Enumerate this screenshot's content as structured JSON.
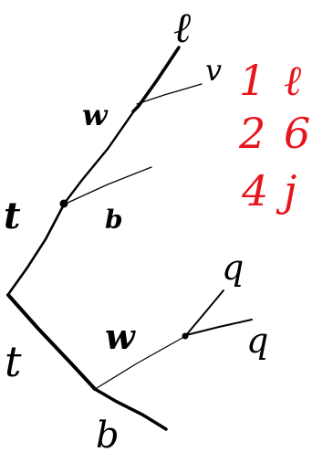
{
  "colors": {
    "ink": "#000000",
    "accent": "#e8141b",
    "background": "#ffffff"
  },
  "tree": {
    "upper": {
      "leaf_top": "ℓ",
      "leaf_right": "v",
      "branch_label": "w",
      "node_label": "t",
      "node_branch_label": "b"
    },
    "lower": {
      "trunk_label": "t",
      "bottom_label": "b",
      "branch_label": "w",
      "leaf_top": "q",
      "leaf_bottom": "q"
    }
  },
  "notes": [
    {
      "left": "1",
      "right": "ℓ"
    },
    {
      "left": "2",
      "right": "6"
    },
    {
      "left": "4",
      "right": "j"
    }
  ]
}
